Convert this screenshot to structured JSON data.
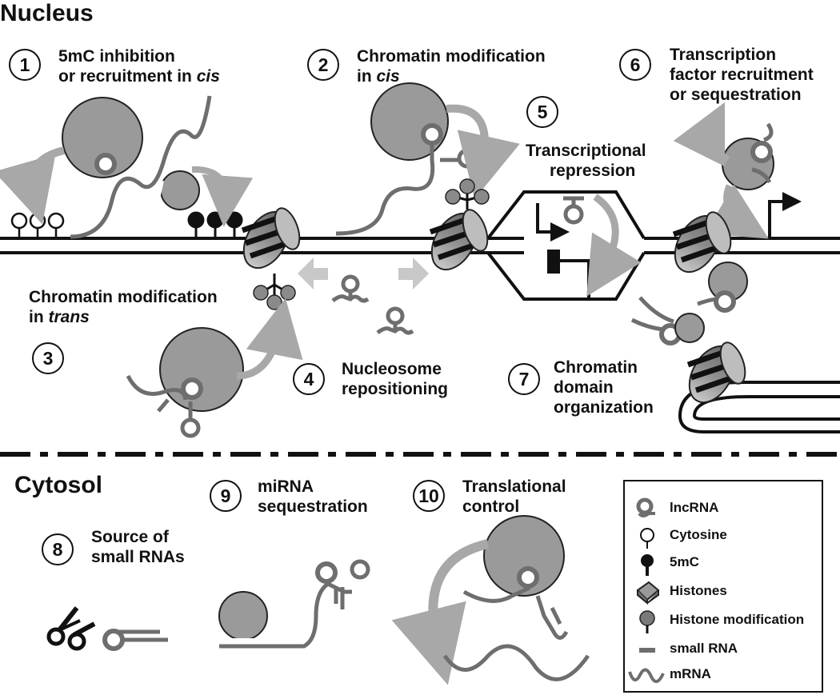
{
  "sections": {
    "nucleus": "Nucleus",
    "cytosol": "Cytosol"
  },
  "mechanisms": [
    {
      "number": "1",
      "line1": "5mC inhibition",
      "line2_prefix": "or recruitment in ",
      "line2_italic": "cis"
    },
    {
      "number": "2",
      "line1": "Chromatin modification",
      "line2_prefix": "in ",
      "line2_italic": "cis"
    },
    {
      "number": "3",
      "line1": "Chromatin modification",
      "line2_prefix": "in ",
      "line2_italic": "trans"
    },
    {
      "number": "4",
      "line1": "Nucleosome",
      "line2": "repositioning"
    },
    {
      "number": "5",
      "line1": "Transcriptional",
      "line2": "repression"
    },
    {
      "number": "6",
      "line1": "Transcription",
      "line2": "factor recruitment",
      "line3": "or sequestration"
    },
    {
      "number": "7",
      "line1": "Chromatin",
      "line2": "domain",
      "line3": "organization"
    },
    {
      "number": "8",
      "line1": "Source of",
      "line2": "small RNAs"
    },
    {
      "number": "9",
      "line1": "miRNA",
      "line2": "sequestration"
    },
    {
      "number": "10",
      "line1": "Translational",
      "line2": "control"
    }
  ],
  "legend": [
    {
      "icon": "lncrna-icon",
      "label": "lncRNA"
    },
    {
      "icon": "cytosine-icon",
      "label": "Cytosine"
    },
    {
      "icon": "5mc-icon",
      "label": "5mC"
    },
    {
      "icon": "histone-icon",
      "label": "Histones"
    },
    {
      "icon": "histone-modification-icon",
      "label": "Histone modification"
    },
    {
      "icon": "small-rna-icon",
      "label": "small RNA"
    },
    {
      "icon": "mrna-icon",
      "label": "mRNA"
    }
  ],
  "colors": {
    "protein": "#9a9a9a",
    "rna": "#6e6e6e",
    "arrow": "#a8a8a8",
    "ink": "#111111"
  }
}
